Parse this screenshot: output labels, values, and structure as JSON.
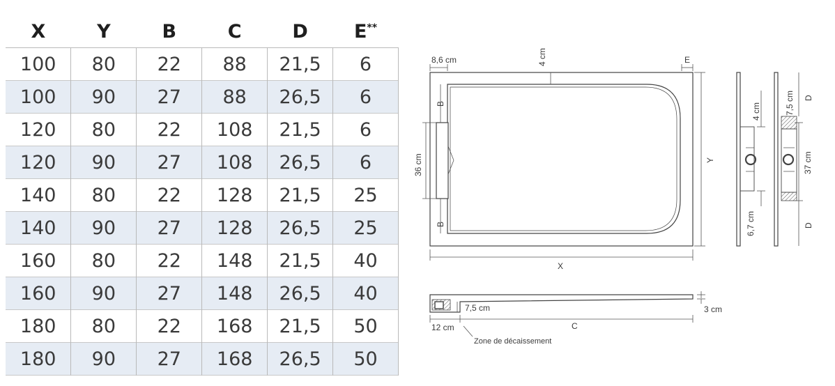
{
  "table": {
    "headers": [
      "X",
      "Y",
      "B",
      "C",
      "D",
      "E"
    ],
    "header_note_mark": "**",
    "rows": [
      [
        "100",
        "80",
        "22",
        "88",
        "21,5",
        "6"
      ],
      [
        "100",
        "90",
        "27",
        "88",
        "26,5",
        "6"
      ],
      [
        "120",
        "80",
        "22",
        "108",
        "21,5",
        "6"
      ],
      [
        "120",
        "90",
        "27",
        "108",
        "26,5",
        "6"
      ],
      [
        "140",
        "80",
        "22",
        "128",
        "21,5",
        "25"
      ],
      [
        "140",
        "90",
        "27",
        "128",
        "26,5",
        "25"
      ],
      [
        "160",
        "80",
        "22",
        "148",
        "21,5",
        "40"
      ],
      [
        "160",
        "90",
        "27",
        "148",
        "26,5",
        "40"
      ],
      [
        "180",
        "80",
        "22",
        "168",
        "21,5",
        "50"
      ],
      [
        "180",
        "90",
        "27",
        "168",
        "26,5",
        "50"
      ]
    ]
  },
  "diagram": {
    "top_view": {
      "dim_left_width": "8,6 cm",
      "dim_top": "4 cm",
      "dim_e": "E",
      "dim_b_top": "B",
      "dim_b_bottom": "B",
      "dim_drain": "36 cm",
      "dim_y": "Y",
      "dim_x": "X"
    },
    "side_view_1": {
      "dim_top": "4 cm",
      "dim_bottom": "6,7 cm"
    },
    "side_view_2": {
      "dim_top": "7,5 cm",
      "dim_mid": "37 cm",
      "dim_d_top": "D",
      "dim_d_bottom": "D"
    },
    "section_view": {
      "dim_left": "12 cm",
      "dim_step": "7,5 cm",
      "dim_c": "C",
      "dim_height": "3 cm",
      "zone_label": "Zone de décaissement"
    }
  }
}
